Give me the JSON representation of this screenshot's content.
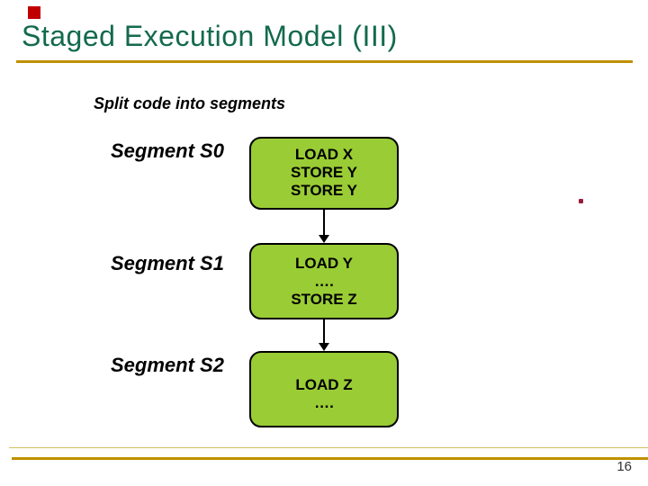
{
  "slide": {
    "title": "Staged Execution Model (III)",
    "heading": "Split code into segments",
    "page_number": "16",
    "segments": [
      {
        "label": "Segment S0",
        "code_lines": [
          "LOAD X",
          "STORE Y",
          "STORE Y"
        ]
      },
      {
        "label": "Segment S1",
        "code_lines": [
          "LOAD Y",
          "….",
          "STORE Z"
        ]
      },
      {
        "label": "Segment S2",
        "code_lines": [
          "LOAD Z",
          "…."
        ]
      }
    ],
    "colors": {
      "title_green": "#136A4E",
      "gold_rule": "#BF9000",
      "gold_rule_light": "#D5BD60",
      "box_green": "#9ACC35",
      "corner_red": "#C00000",
      "dot_maroon": "#991B3C",
      "text_black": "#000000",
      "page_number_gray": "#333333"
    }
  }
}
